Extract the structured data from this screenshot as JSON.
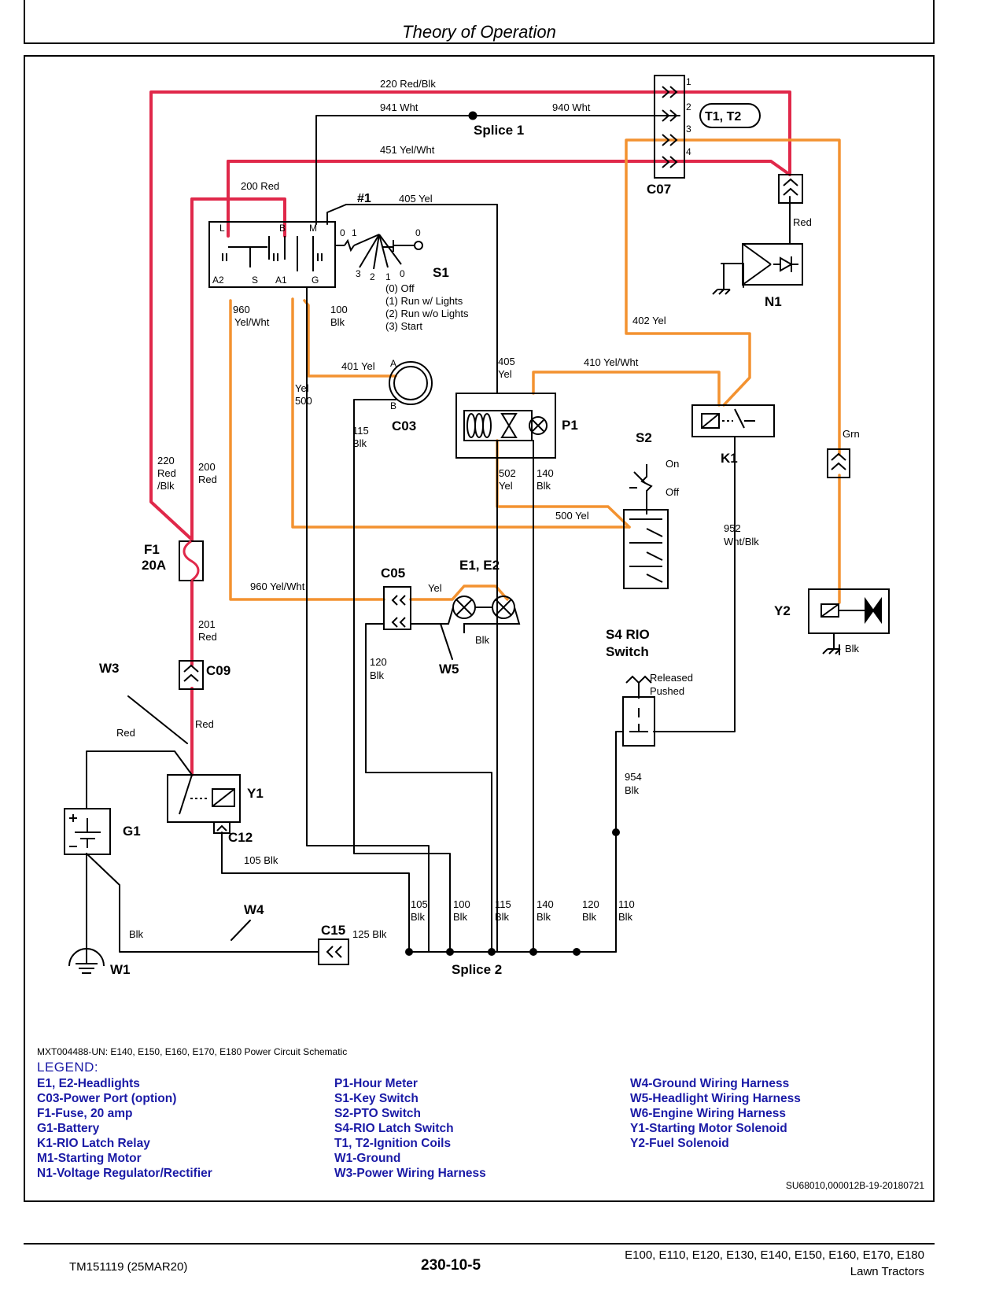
{
  "header": {
    "title": "Theory of Operation"
  },
  "diagram": {
    "wires": {
      "w220": "220 Red/Blk",
      "w941": "941 Wht",
      "w940": "940 Wht",
      "w451": "451 Yel/Wht",
      "w200": "200 Red",
      "w405": "405 Yel",
      "hash1": "#1",
      "w960a": "960",
      "w960b": "Yel/Wht",
      "w100a": "100",
      "w100b": "Blk",
      "w401": "401 Yel",
      "w405v": "405",
      "w405vb": "Yel",
      "w410": "410 Yel/Wht",
      "w402": "402 Yel",
      "wRed": "Red",
      "wYel500a": "Yel",
      "wYel500b": "500",
      "w115a": "115",
      "w115b": "Blk",
      "w502a": "502",
      "w502b": "Yel",
      "w140a": "140",
      "w140b": "Blk",
      "w500": "500 Yel",
      "w220va": "220",
      "w220vb": "Red",
      "w220vc": "/Blk",
      "w200va": "200",
      "w200vb": "Red",
      "w952a": "952",
      "w952b": "Wht/Blk",
      "wGrn": "Grn",
      "w960c": "960 Yel/Wht",
      "wYel": "Yel",
      "wBlkE": "Blk",
      "w120a": "120",
      "w120b": "Blk",
      "w201a": "201",
      "w201b": "Red",
      "wRed2": "Red",
      "wRed3": "Red",
      "w954a": "954",
      "w954b": "Blk",
      "w105": "105 Blk",
      "w105a": "105",
      "w105b": "Blk",
      "w100ba": "100",
      "w100bb": "Blk",
      "w115ba": "115",
      "w115bb": "Blk",
      "w140ba": "140",
      "w140bb": "Blk",
      "w120ba": "120",
      "w120bb": "Blk",
      "w110a": "110",
      "w110b": "Blk",
      "wBlkG": "Blk",
      "w125": "125 Blk",
      "wBlkY2": "Blk"
    },
    "components": {
      "C07": "C07",
      "T1T2": "T1, T2",
      "splice1": "Splice 1",
      "splice2": "Splice 2",
      "N1": "N1",
      "S1": "S1",
      "C03": "C03",
      "P1": "P1",
      "K1": "K1",
      "S2": "S2",
      "F1": "F1",
      "F1b": "20A",
      "C05": "C05",
      "E1E2": "E1, E2",
      "W5": "W5",
      "Y2": "Y2",
      "S4a": "S4 RIO",
      "S4b": "Switch",
      "W3": "W3",
      "C09": "C09",
      "Y1": "Y1",
      "G1": "G1",
      "C12": "C12",
      "W4": "W4",
      "C15": "C15",
      "W1": "W1"
    },
    "pins": {
      "c07": [
        "1",
        "2",
        "3",
        "4"
      ],
      "s1": [
        "L",
        "B",
        "M",
        "A2",
        "S",
        "A1",
        "G"
      ],
      "s1pos": [
        "0",
        "1",
        "0",
        "3",
        "2",
        "1",
        "0"
      ],
      "c03": [
        "A",
        "B"
      ]
    },
    "s1_positions": [
      "(0) Off",
      "(1) Run w/ Lights",
      "(2) Run w/o Lights",
      "(3) Start"
    ],
    "s2_states": [
      "On",
      "Off"
    ],
    "s4_states": [
      "Released",
      "Pushed"
    ]
  },
  "caption": "MXT004488-UN: E140, E150, E160, E170, E180 Power Circuit Schematic",
  "legend": {
    "title": "LEGEND:",
    "col1": [
      "E1, E2-Headlights",
      "C03-Power Port (option)",
      "F1-Fuse, 20 amp",
      "G1-Battery",
      "K1-RIO Latch Relay",
      "M1-Starting Motor",
      "N1-Voltage Regulator/Rectifier"
    ],
    "col2": [
      "P1-Hour Meter",
      "S1-Key Switch",
      "S2-PTO Switch",
      "S4-RIO Latch Switch",
      "T1, T2-Ignition Coils",
      "W1-Ground",
      "W3-Power Wiring Harness"
    ],
    "col3": [
      "W4-Ground Wiring Harness",
      "W5-Headlight Wiring Harness",
      "W6-Engine Wiring Harness",
      "Y1-Starting Motor Solenoid",
      "Y2-Fuel Solenoid"
    ]
  },
  "figure_ref": "SU68010,000012B-19-20180721",
  "footer": {
    "doc": "TM151119 (25MAR20)",
    "page": "230-10-5",
    "models": "E100, E110, E120, E130, E140, E150, E160, E170, E180",
    "product": "Lawn Tractors"
  },
  "colors": {
    "red_wire": "#e0284a",
    "orange_wire": "#f39230",
    "legend_text": "#1a1aa6"
  }
}
